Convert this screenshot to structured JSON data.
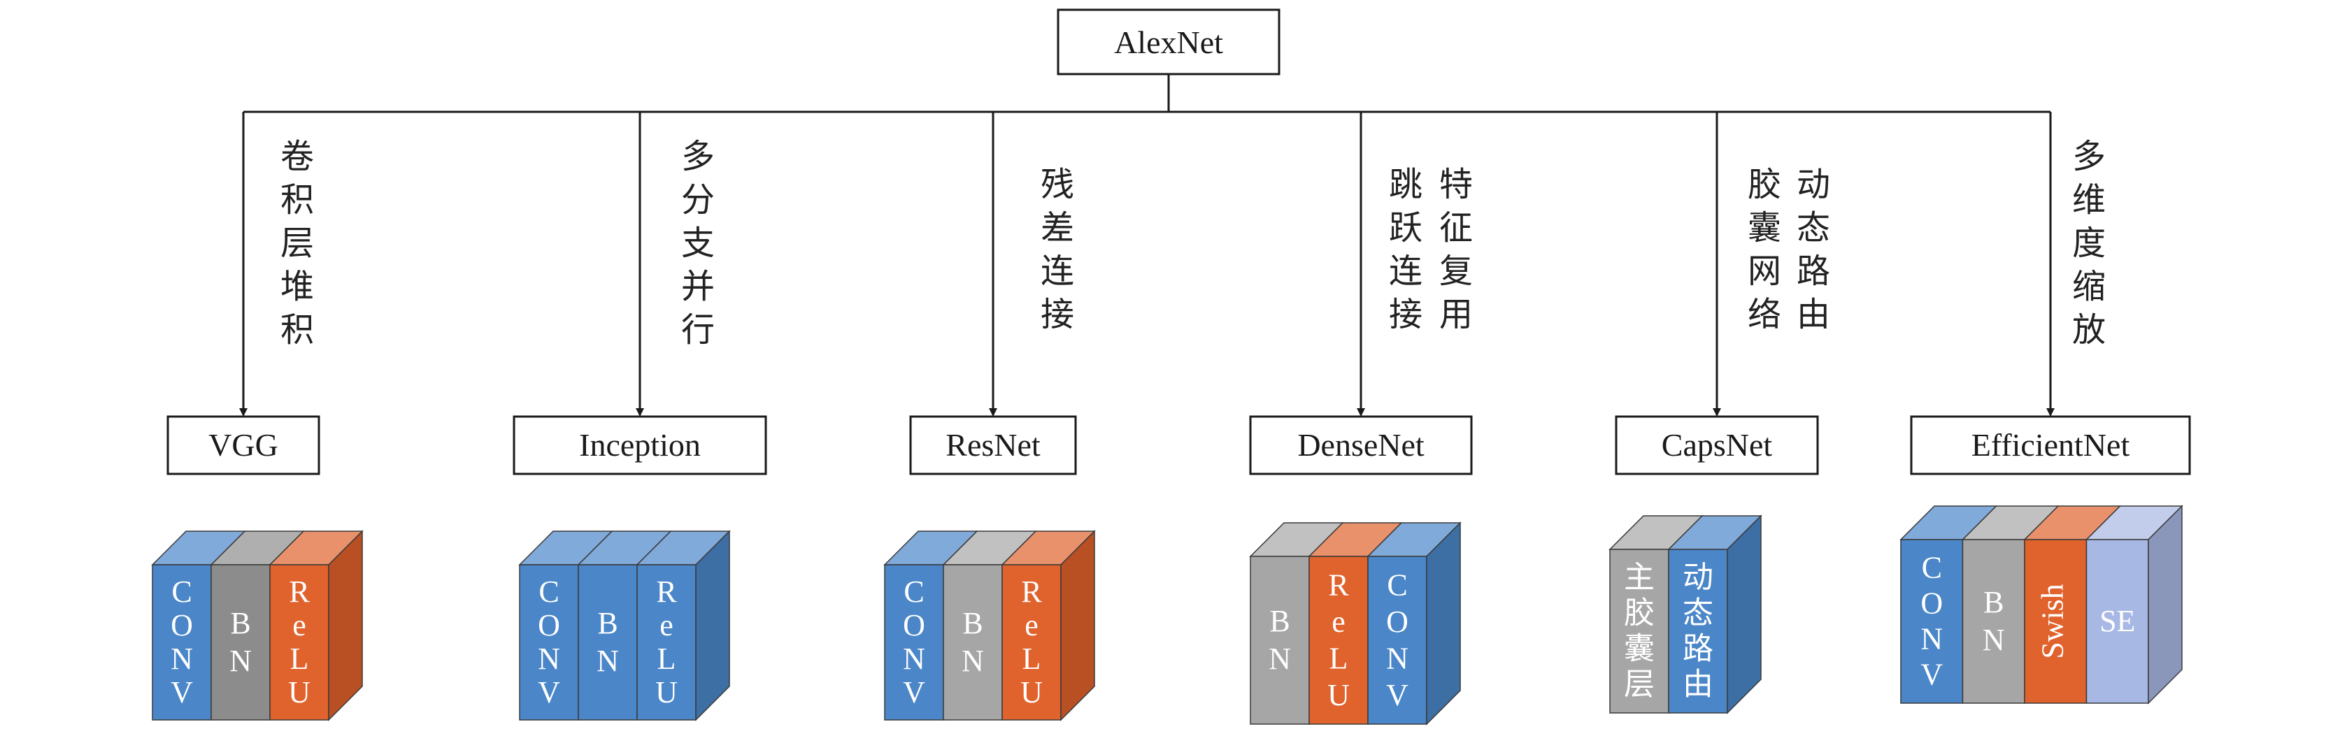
{
  "root": {
    "label": "AlexNet"
  },
  "colors": {
    "conv": "#4a86c8",
    "bn": "#8c8c8c",
    "bn_light": "#a6a6a6",
    "relu": "#e0622c",
    "swish": "#e0622c",
    "se": "#a8b8e4",
    "caps_primary": "#a6a6a6",
    "caps_dynamic": "#4a86c8",
    "line": "#1a1a1a"
  },
  "branches": [
    {
      "name": "VGG",
      "description": [
        "卷积层堆积"
      ],
      "layers": [
        {
          "label": "CONV",
          "kind": "conv"
        },
        {
          "label": "BN",
          "kind": "bn"
        },
        {
          "label": "ReLU",
          "kind": "relu"
        }
      ]
    },
    {
      "name": "Inception",
      "description": [
        "多分支并行"
      ],
      "layers": [
        {
          "label": "CONV",
          "kind": "conv"
        },
        {
          "label": "BN",
          "kind": "conv"
        },
        {
          "label": "ReLU",
          "kind": "conv"
        }
      ]
    },
    {
      "name": "ResNet",
      "description": [
        "残差连接"
      ],
      "layers": [
        {
          "label": "CONV",
          "kind": "conv"
        },
        {
          "label": "BN",
          "kind": "bn_light"
        },
        {
          "label": "ReLU",
          "kind": "relu"
        }
      ]
    },
    {
      "name": "DenseNet",
      "description": [
        "特征复用",
        "跳跃连接"
      ],
      "layers": [
        {
          "label": "BN",
          "kind": "bn_light"
        },
        {
          "label": "ReLU",
          "kind": "relu"
        },
        {
          "label": "CONV",
          "kind": "conv"
        }
      ]
    },
    {
      "name": "CapsNet",
      "description": [
        "动态路由",
        "胶囊网络"
      ],
      "layers": [
        {
          "label": "主胶囊层",
          "kind": "caps_primary"
        },
        {
          "label": "动态路由",
          "kind": "caps_dynamic"
        }
      ]
    },
    {
      "name": "EfficientNet",
      "description": [
        "多维度缩放"
      ],
      "layers": [
        {
          "label": "CONV",
          "kind": "conv"
        },
        {
          "label": "BN",
          "kind": "bn_light"
        },
        {
          "label": "Swish",
          "kind": "swish"
        },
        {
          "label": "SE",
          "kind": "se"
        }
      ]
    }
  ]
}
